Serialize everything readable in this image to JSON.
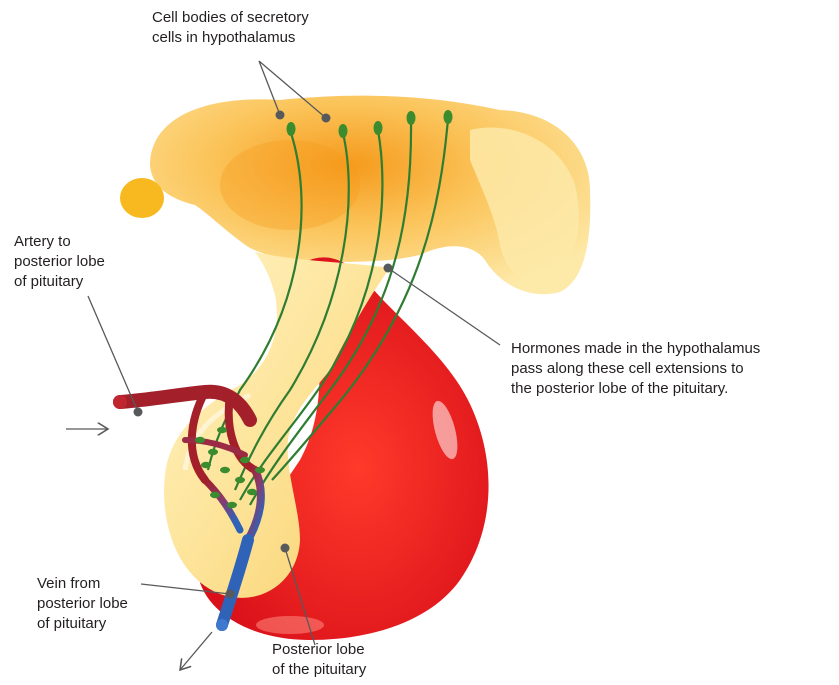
{
  "labels": {
    "cell_bodies": [
      "Cell bodies of secretory",
      "cells in hypothalamus"
    ],
    "artery": [
      "Artery to",
      "posterior lobe",
      "of pituitary"
    ],
    "hormones": [
      "Hormones made in the hypothalamus",
      "pass along these cell extensions to",
      "the posterior lobe of the pituitary."
    ],
    "vein": [
      "Vein from",
      "posterior lobe",
      "of pituitary"
    ],
    "posterior_lobe": [
      "Posterior lobe",
      "of the pituitary"
    ]
  },
  "colors": {
    "hypothalamus_light": "#fde9a8",
    "hypothalamus_mid": "#fbc65a",
    "hypothalamus_deep": "#f6a11f",
    "anterior_lobe": "#e8141b",
    "posterior_lobe": "#fde69a",
    "nerve_fiber": "#2e7d32",
    "artery": "#a3202a",
    "vein": "#2f63b8",
    "leader_line": "#58595b",
    "text": "#231f20"
  }
}
